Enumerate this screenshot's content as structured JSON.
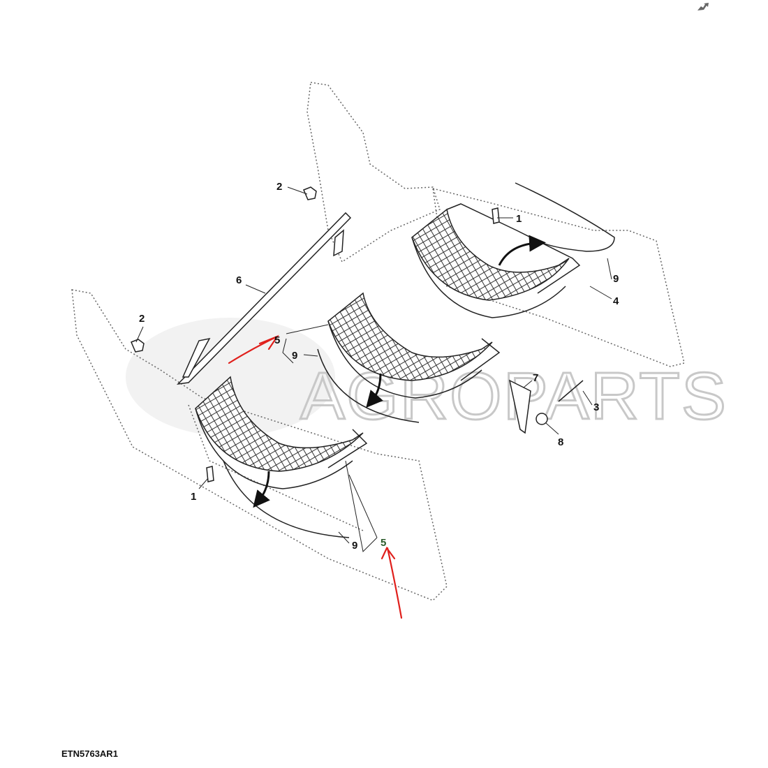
{
  "figure_id": "ETN5763AR1",
  "watermark": "AGROPARTS",
  "nav_icon": "share-arrow-icon",
  "callouts": [
    {
      "id": "c2a",
      "label": "2"
    },
    {
      "id": "c1a",
      "label": "1"
    },
    {
      "id": "c6",
      "label": "6"
    },
    {
      "id": "c9a",
      "label": "9"
    },
    {
      "id": "c4",
      "label": "4"
    },
    {
      "id": "c2b",
      "label": "2"
    },
    {
      "id": "c5a",
      "label": "5"
    },
    {
      "id": "c9b",
      "label": "9"
    },
    {
      "id": "c7",
      "label": "7"
    },
    {
      "id": "c3",
      "label": "3"
    },
    {
      "id": "c8",
      "label": "8"
    },
    {
      "id": "c1b",
      "label": "1"
    },
    {
      "id": "c9c",
      "label": "9"
    },
    {
      "id": "c5b",
      "label": "5"
    }
  ],
  "colors": {
    "annotation": "#e0201c",
    "line": "#222222",
    "panel": "#666666",
    "watermark": "#bbbbbb"
  }
}
